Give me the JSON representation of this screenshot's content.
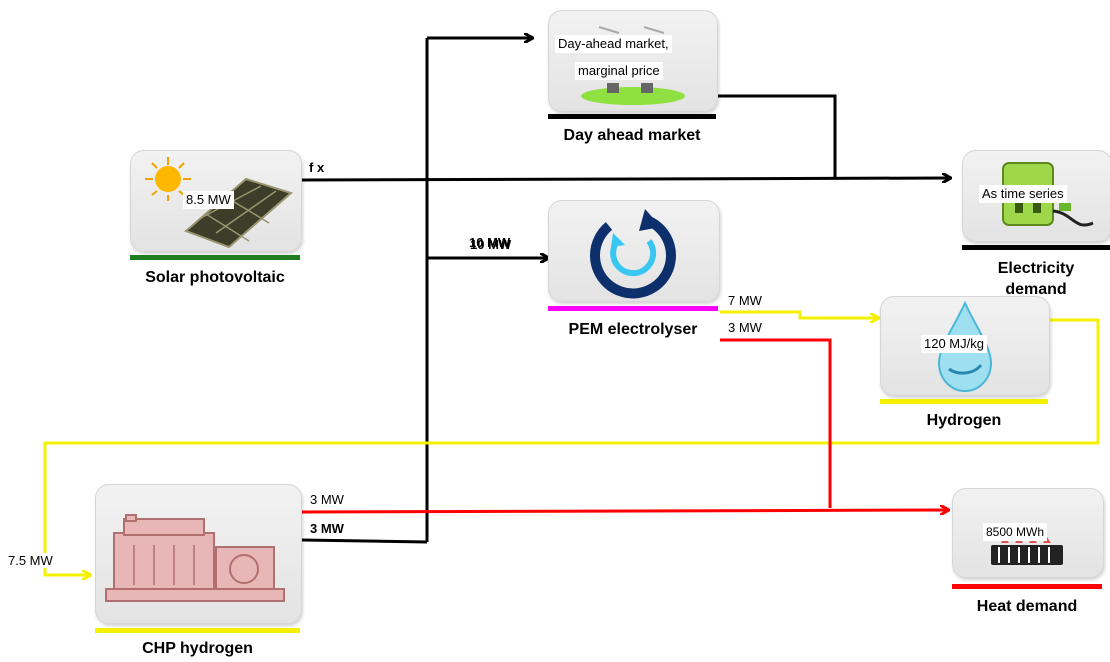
{
  "nodes": {
    "day_ahead": {
      "title": "Day ahead market",
      "label_line1": "Day-ahead market,",
      "label_line2": "marginal price",
      "bar_color": "#000000"
    },
    "solar": {
      "title": "Solar photovoltaic",
      "label": "8.5 MW",
      "bar_color": "#1e7d1e"
    },
    "electrolyser": {
      "title": "PEM electrolyser",
      "bar_color": "#ff00ff"
    },
    "electricity": {
      "title": "Electricity demand",
      "label": "As time series",
      "bar_color": "#000000"
    },
    "hydrogen": {
      "title": "Hydrogen",
      "label": "120 MJ/kg",
      "bar_color": "#f5f000"
    },
    "chp": {
      "title": "CHP hydrogen",
      "bar_color": "#f5f000"
    },
    "heat": {
      "title": "Heat demand",
      "label": "8500 MWh",
      "bar_color": "#ff0000"
    }
  },
  "flow_labels": {
    "solar_fx": "f x",
    "electrolyser_in_a": "10 MW",
    "electrolyser_in_b": "10 MW",
    "h2_out": "7 MW",
    "heat_out": "3 MW",
    "chp_heat": "3 MW",
    "chp_elec": "3 MW",
    "chp_in": "7.5 MW"
  },
  "colors": {
    "electricity": "#000000",
    "hydrogen": "#f5f000",
    "heat": "#ff0000"
  }
}
